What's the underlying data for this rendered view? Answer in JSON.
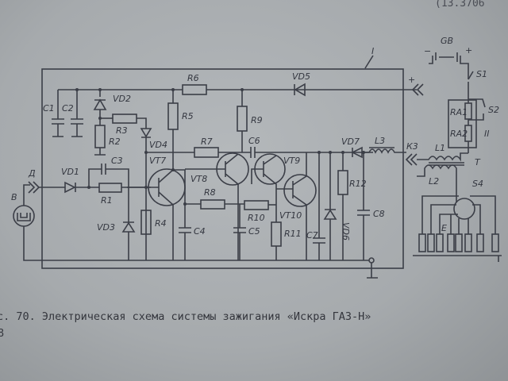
{
  "header_fragment": "(13.3706",
  "caption": "с. 70. Электрическая схема системы зажигания «Искра ГАЗ-Н»",
  "page_fragment": "8",
  "labels": {
    "block": "I",
    "sensor": "В",
    "connector_d": "Д",
    "plus": "+",
    "k3": "К3",
    "c1": "C1",
    "c2": "C2",
    "c3": "C3",
    "c4": "C4",
    "c5": "C5",
    "c6": "C6",
    "c7": "C7",
    "c8": "C8",
    "r1": "R1",
    "r2": "R2",
    "r3": "R3",
    "r4": "R4",
    "r5": "R5",
    "r6": "R6",
    "r7": "R7",
    "r8": "R8",
    "r9": "R9",
    "r10": "R10",
    "r11": "R11",
    "r12": "R12",
    "vd1": "VD1",
    "vd2": "VD2",
    "vd3": "VD3",
    "vd4": "VD4",
    "vd5": "VD5",
    "vd6": "VD6",
    "vd7": "VD7",
    "vt7": "VT7",
    "vt8": "VT8",
    "vt9": "VT9",
    "vt10": "VT10",
    "l1": "L1",
    "l2": "L2",
    "l3": "L3",
    "t": "T",
    "gb": "GB",
    "s1": "S1",
    "s2": "S2",
    "s4": "S4",
    "ra1": "RA1",
    "ra2": "RA2",
    "block2": "II",
    "e": "E",
    "minus": "−",
    "plus2": "+"
  }
}
